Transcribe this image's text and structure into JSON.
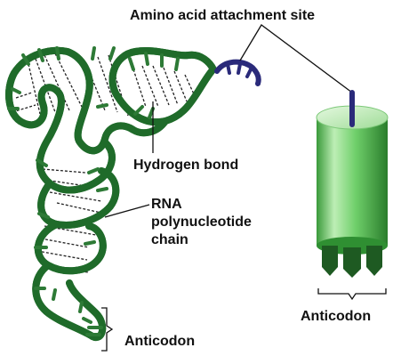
{
  "labels": {
    "amino_acid_site": "Amino acid attachment site",
    "hydrogen_bond": "Hydrogen bond",
    "rna_chain_line1": "RNA",
    "rna_chain_line2": "polynucleotide",
    "rna_chain_line3": "chain",
    "anticodon_left": "Anticodon",
    "anticodon_right": "Anticodon"
  },
  "colors": {
    "strand_dark": "#1f6b2a",
    "strand_light": "#4fb05a",
    "base": "#2d7a36",
    "amino_site": "#2a2a7a",
    "cylinder_light": "#c8f0c0",
    "cylinder_mid": "#6fcf6a",
    "cylinder_dark": "#2f8f32",
    "anticodon_base": "#1e5a22"
  }
}
